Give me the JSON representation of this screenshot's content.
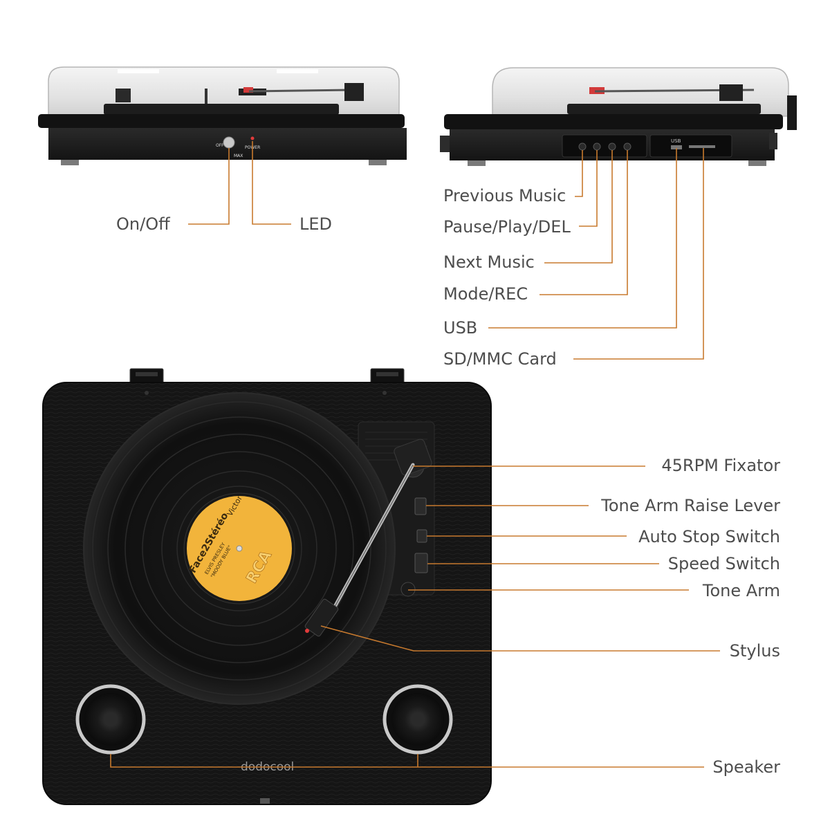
{
  "colors": {
    "callout_line": "#c87a2e",
    "label_text": "#4d4d4d",
    "body": "#141414",
    "record_label": "#f2b43b",
    "speaker_ring": "#c9c9c9"
  },
  "front_view": {
    "callouts": {
      "on_off": "On/Off",
      "led": "LED"
    },
    "panel_marks": {
      "power": "POWER",
      "off": "OFF",
      "max": "MAX"
    }
  },
  "side_view": {
    "callouts": {
      "previous_music": "Previous Music",
      "pause_play_del": "Pause/Play/DEL",
      "next_music": "Next Music",
      "mode_rec": "Mode/REC",
      "usb": "USB",
      "sd_mmc_card": "SD/MMC Card"
    },
    "panel_marks": {
      "usb": "USB"
    }
  },
  "top_view": {
    "callouts": {
      "fixator_45rpm": "45RPM Fixator",
      "tone_arm_raise_lever": "Tone Arm Raise Lever",
      "auto_stop_switch": "Auto Stop Switch",
      "speed_switch": "Speed Switch",
      "tone_arm": "Tone Arm",
      "stylus": "Stylus",
      "speaker": "Speaker"
    },
    "brand": "dodocool",
    "record_label_texts": {
      "top": "Face2Stéréo",
      "artist": "ELVIS PRESLEY",
      "album": "\"MOODY BLUE\"",
      "logo": "RCA",
      "publisher": "Victor"
    }
  }
}
